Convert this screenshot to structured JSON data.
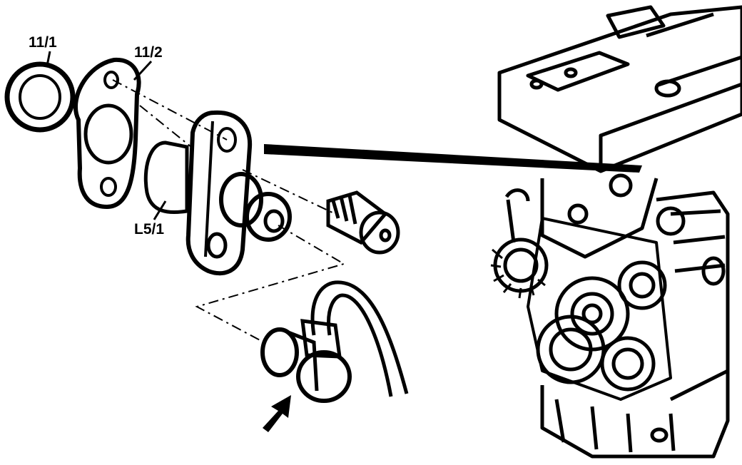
{
  "diagram": {
    "callouts": [
      {
        "id": "ring",
        "label": "11/1"
      },
      {
        "id": "gasket",
        "label": "11/2"
      },
      {
        "id": "sensor",
        "label": "L5/1"
      }
    ],
    "colors": {
      "ink": "#000000",
      "paper": "#ffffff"
    }
  }
}
